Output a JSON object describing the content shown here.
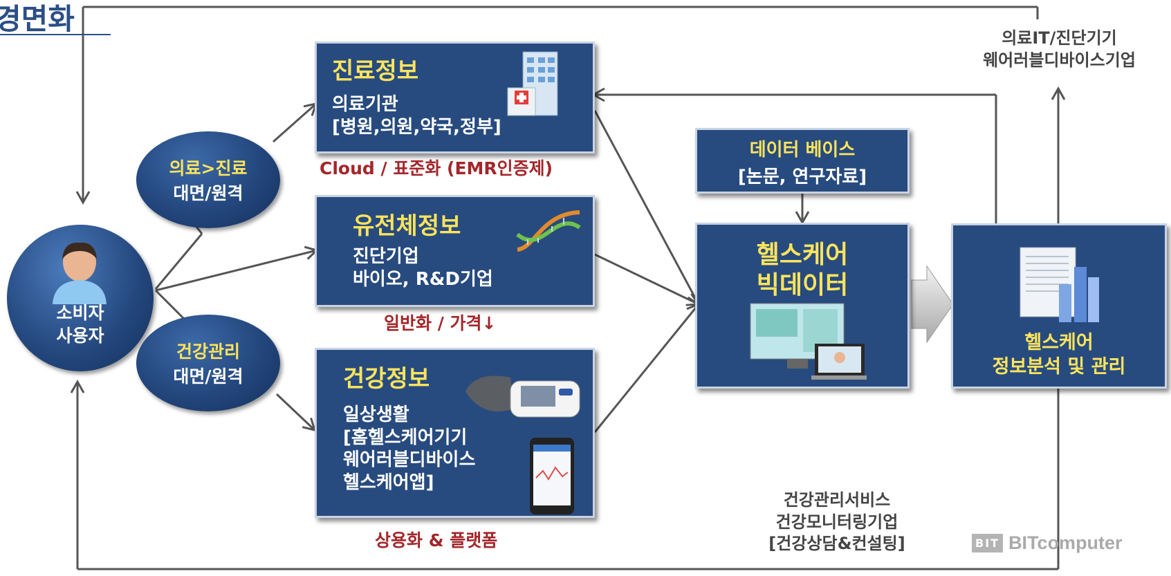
{
  "header_fragment": "경면화",
  "user": {
    "line1": "소비자",
    "line2": "사용자"
  },
  "ovals": {
    "medical": {
      "line1": "의료>진료",
      "line2": "대면/원격"
    },
    "health": {
      "line1": "건강관리",
      "line2": "대면/원격"
    }
  },
  "boxes": {
    "medical": {
      "title": "진료정보",
      "lines": "의료기관\n[병원,의원,약국,정부]",
      "icon": "hospital-icon"
    },
    "genome": {
      "title": "유전체정보",
      "lines": "진단기업\n바이오, R&D기업",
      "icon": "dna-icon"
    },
    "health": {
      "title": "건강정보",
      "lines": "일상생활\n[홈헬스케어기기\n웨어러블디바이스\n헬스케어앱]",
      "icon": "blood-pressure-monitor-icon"
    },
    "database": {
      "title": "데이터 베이스",
      "subtitle": "[논문, 연구자료]"
    },
    "bigdata": {
      "title": "헬스케어\n빅데이터",
      "icon": "computer-screens-icon"
    },
    "analysis": {
      "title": "헬스케어\n정보분석 및 관리",
      "icon": "report-chart-icon"
    }
  },
  "notes": {
    "cloud": "Cloud / 표준화 (EMR인증제)",
    "general": "일반화 / 가격↓",
    "commercial": "상용화 & 플랫폼",
    "it_companies": "의료IT/진단기기\n웨어러블디바이스기업",
    "services": "건강관리서비스\n건강모니터링기업\n[건강상담&컨설팅]"
  },
  "logo": {
    "text": "BITcomputer",
    "mark": "BIT"
  },
  "colors": {
    "box": "#274b7f",
    "title_yellow": "#ffe45c",
    "note_red": "#a3262a",
    "line": "#555555"
  }
}
